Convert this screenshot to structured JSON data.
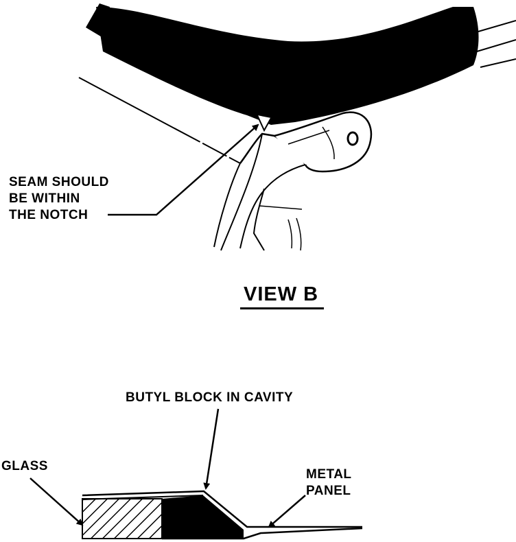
{
  "view_b": {
    "title": "VIEW B",
    "seam_label": {
      "line1": "SEAM SHOULD",
      "line2": "BE WITHIN",
      "line3": "THE NOTCH"
    }
  },
  "cross_section": {
    "butyl_label": "BUTYL BLOCK IN CAVITY",
    "glass_label": "GLASS",
    "metal_label": {
      "line1": "METAL",
      "line2": "PANEL"
    }
  },
  "colors": {
    "ink": "#000000",
    "paper": "#ffffff"
  }
}
